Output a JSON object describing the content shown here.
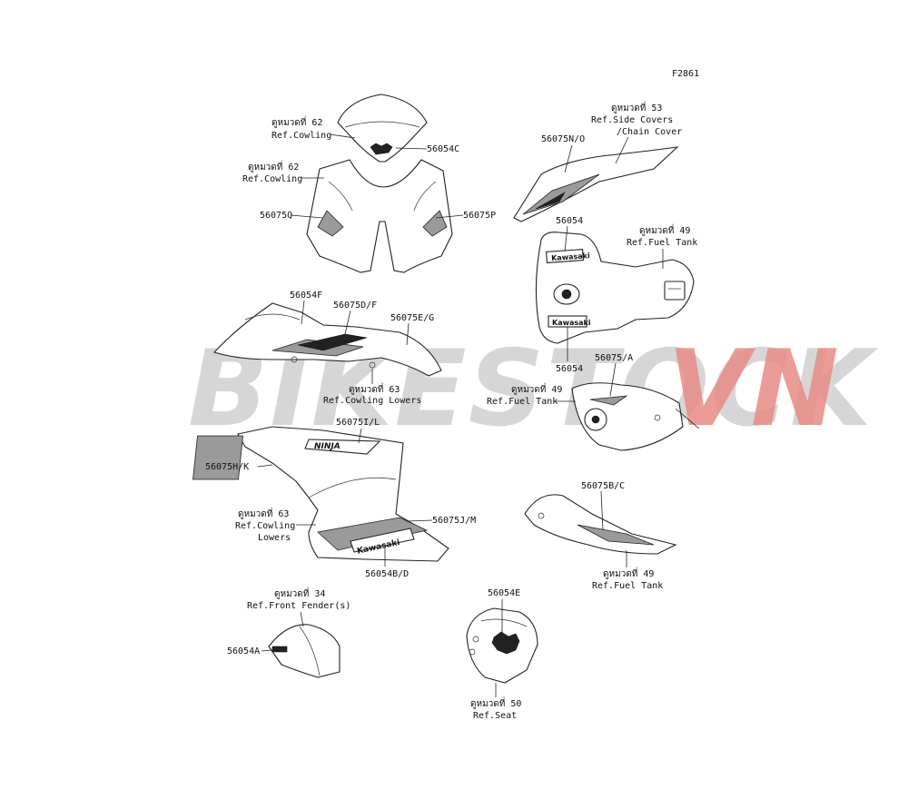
{
  "figure_code": "F2861",
  "watermark": {
    "main": "BIKESTOCK",
    "accent": "VN",
    "main_color": "#c9c9c9",
    "accent_color": "#e88b86"
  },
  "refs": {
    "cowling_62_a": [
      "ดูหมวดที่ 62",
      "Ref.Cowling"
    ],
    "cowling_62_b": [
      "ดูหมวดที่ 62",
      "Ref.Cowling"
    ],
    "side_covers_53": [
      "ดูหมวดที่ 53",
      "Ref.Side Covers",
      "/Chain Cover"
    ],
    "fuel_tank_49_a": [
      "ดูหมวดที่ 49",
      "Ref.Fuel Tank"
    ],
    "cowling_lowers_63_a": [
      "ดูหมวดที่ 63",
      "Ref.Cowling Lowers"
    ],
    "fuel_tank_49_b": [
      "ดูหมวดที่ 49",
      "Ref.Fuel Tank"
    ],
    "cowling_lowers_63_b": [
      "ดูหมวดที่ 63",
      "Ref.Cowling",
      "Lowers"
    ],
    "fuel_tank_49_c": [
      "ดูหมวดที่ 49",
      "Ref.Fuel Tank"
    ],
    "front_fender_34": [
      "ดูหมวดที่ 34",
      "Ref.Front Fender(s)"
    ],
    "seat_50": [
      "ดูหมวดที่ 50",
      "Ref.Seat"
    ]
  },
  "parts": {
    "p56054C": "56054C",
    "p56075Q": "56075Q",
    "p56075P": "56075P",
    "p56075N_O": "56075N/O",
    "p56054_top": "56054",
    "p56054_bottom": "56054",
    "p56054F": "56054F",
    "p56075D_F": "56075D/F",
    "p56075E_G": "56075E/G",
    "p56075A": "56075/A",
    "p56075I_L": "56075I/L",
    "p56075H_K": "56075H/K",
    "p56075J_M": "56075J/M",
    "p56054B_D": "56054B/D",
    "p56075B_C": "56075B/C",
    "p56054E": "56054E",
    "p56054A": "56054A"
  },
  "decal_texts": {
    "tank_top": "Kawasaki",
    "tank_bottom": "Kawasaki",
    "lower_cowl": "Kawasaki",
    "upper_cowl": "NINJA"
  }
}
